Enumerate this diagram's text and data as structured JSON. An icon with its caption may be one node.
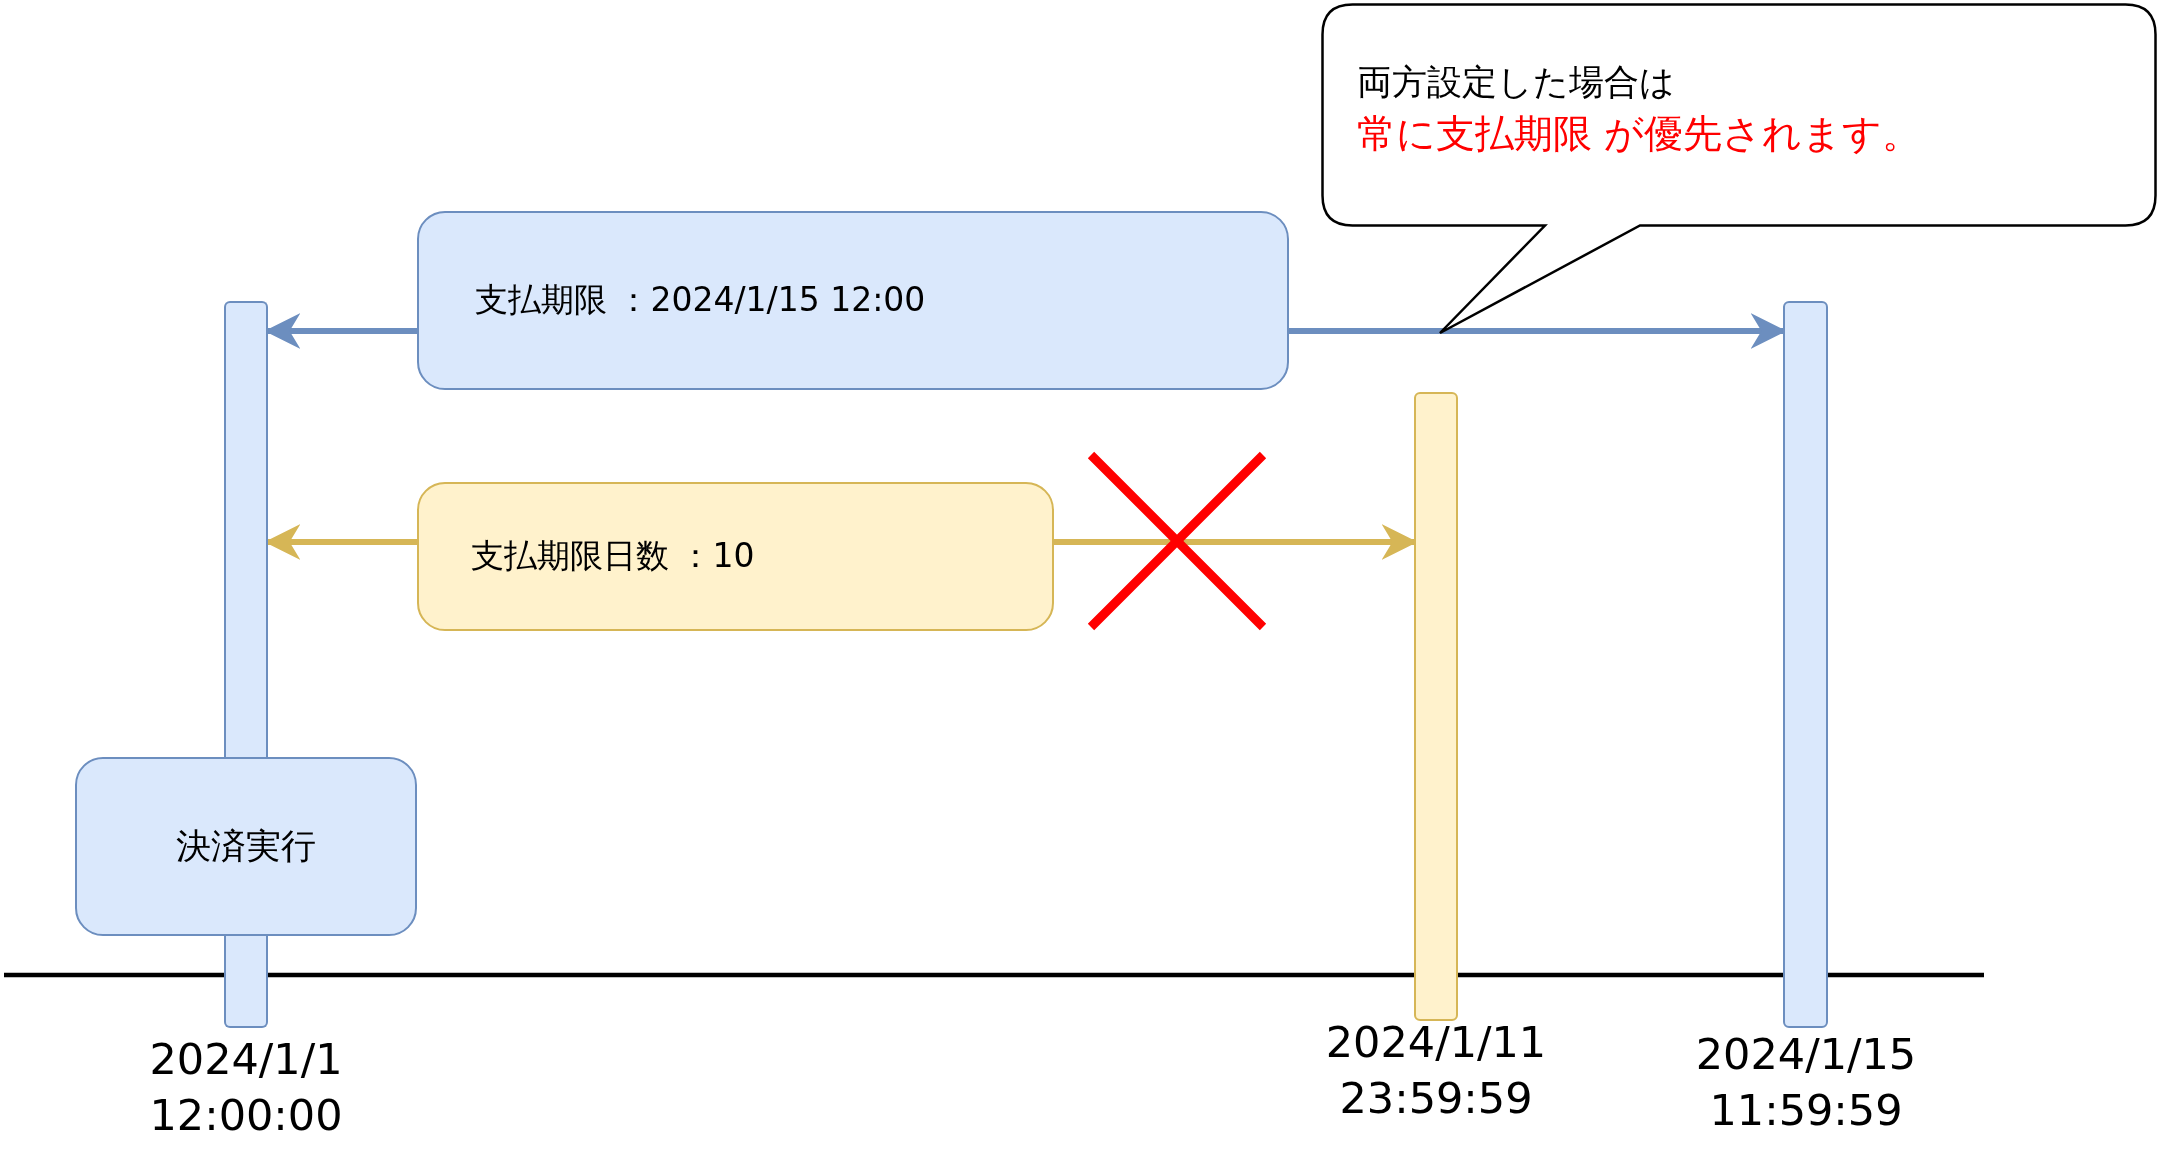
{
  "diagram": {
    "nodes": [
      {
        "text": [
          "両方設定した場合は",
          "常に支払期限 が優先されます。"
        ]
      },
      {
        "text": [
          "支払期限 ：2024/1/15 12:00"
        ]
      },
      {
        "text": [],
        "shape": "bar"
      },
      {
        "text": [],
        "shape": "bar",
        "beside": [
          "2024/1/15 11:59:59"
        ]
      },
      {
        "text": [],
        "shape": "bar",
        "beside": [
          "2024/1/11 23:59:59"
        ]
      },
      {
        "text": [
          "支払期限日数 ：10"
        ]
      },
      {
        "text": [
          "決済実行"
        ]
      },
      {
        "text": [],
        "shape": "bar",
        "beside": [
          "2024/1/1 12:00:00"
        ]
      }
    ],
    "edges": [
      {
        "from": 1,
        "to": 2,
        "arrow": "to"
      },
      {
        "from": 1,
        "to": 3,
        "arrow": "to"
      },
      {
        "from": 5,
        "to": 2,
        "arrow": "to",
        "color": "#d6b656"
      },
      {
        "from": 5,
        "to": 4,
        "arrow": "to",
        "color": "#d6b656"
      }
    ]
  }
}
